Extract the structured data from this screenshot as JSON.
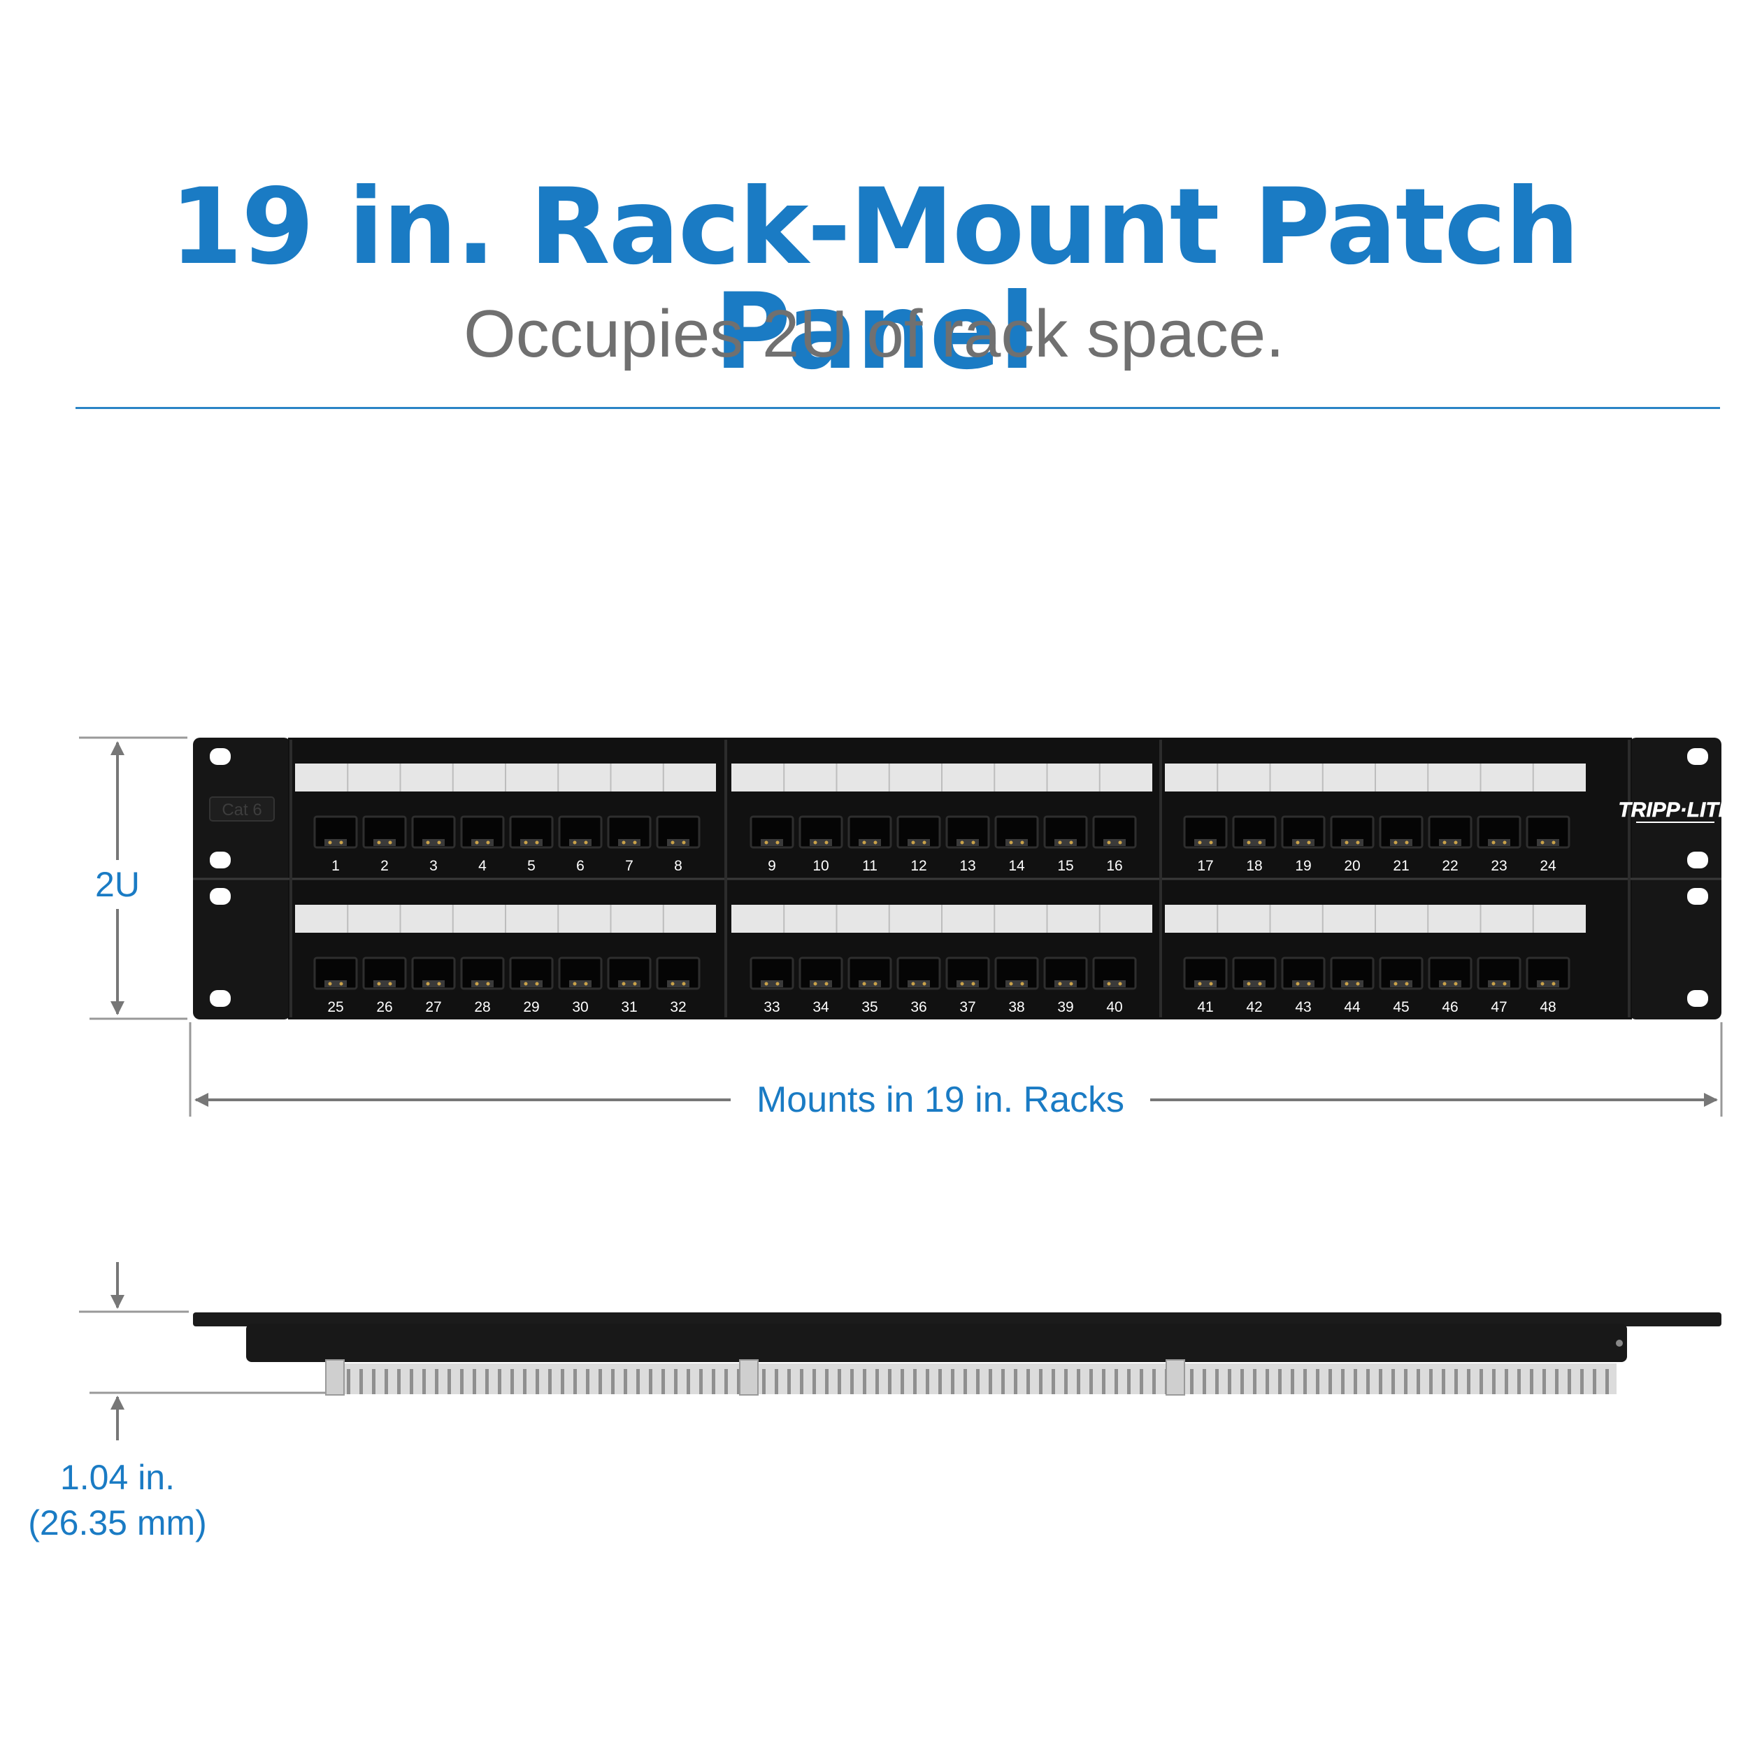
{
  "header": {
    "title": "19 in. Rack-Mount Patch Panel",
    "subtitle": "Occupies 2U of rack space."
  },
  "front_view": {
    "height_label": "2U",
    "width_label": "Mounts in 19 in. Racks",
    "cat_label": "Cat 6",
    "brand_logo": "TRIPP·LITE",
    "top_row_ports": [
      "1",
      "2",
      "3",
      "4",
      "5",
      "6",
      "7",
      "8",
      "9",
      "10",
      "11",
      "12",
      "13",
      "14",
      "15",
      "16",
      "17",
      "18",
      "19",
      "20",
      "21",
      "22",
      "23",
      "24"
    ],
    "bottom_row_ports": [
      "25",
      "26",
      "27",
      "28",
      "29",
      "30",
      "31",
      "32",
      "33",
      "34",
      "35",
      "36",
      "37",
      "38",
      "39",
      "40",
      "41",
      "42",
      "43",
      "44",
      "45",
      "46",
      "47",
      "48"
    ]
  },
  "side_view": {
    "depth_label_line1": "1.04 in.",
    "depth_label_line2": "(26.35 mm)"
  },
  "colors": {
    "accent": "#1a7bc4",
    "subtitle": "#707070",
    "panel": "#141414",
    "label_strip": "#e6e6e6"
  }
}
